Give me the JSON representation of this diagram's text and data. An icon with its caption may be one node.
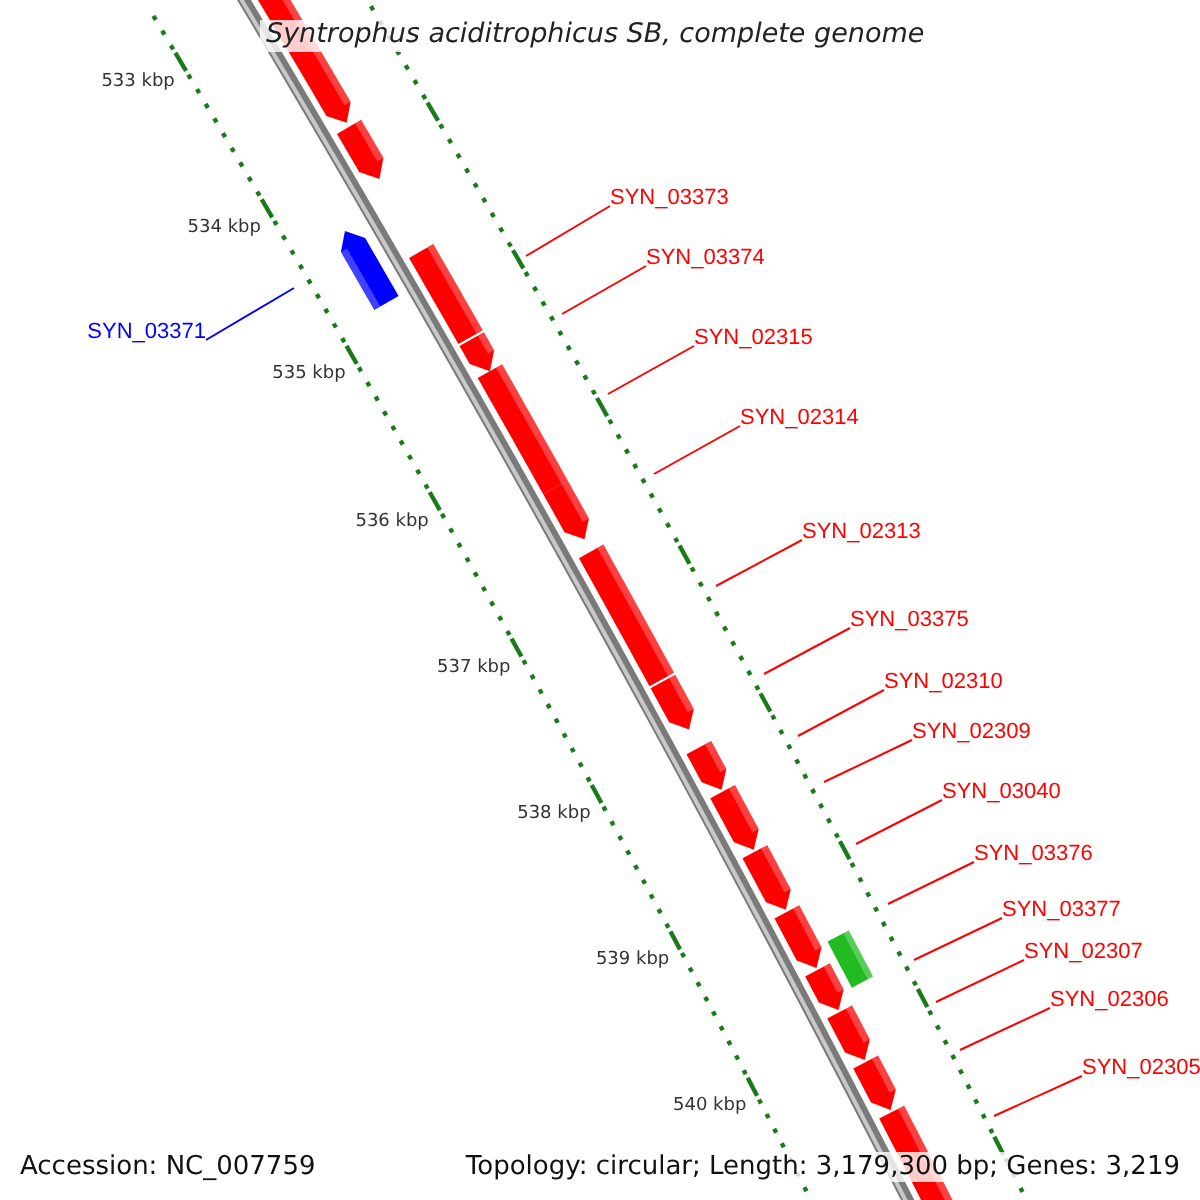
{
  "diagram": {
    "title": "Syntrophus aciditrophicus SB, complete genome",
    "nodes": [
      {
        "text": [
          "SYN_03373"
        ]
      },
      {
        "text": [
          "SYN_03374"
        ]
      },
      {
        "text": [
          "SYN_03371"
        ]
      },
      {
        "text": [
          "SYN_02315"
        ]
      },
      {
        "text": [
          "SYN_02314"
        ]
      },
      {
        "text": [
          "SYN_02313"
        ]
      },
      {
        "text": [
          "SYN_03375"
        ]
      },
      {
        "text": [
          "SYN_02310"
        ]
      },
      {
        "text": [
          "SYN_02309"
        ]
      },
      {
        "text": [
          "SYN_03040"
        ]
      },
      {
        "text": [
          "SYN_03376"
        ]
      },
      {
        "text": [
          "SYN_03377"
        ]
      },
      {
        "text": [
          "SYN_02307"
        ]
      },
      {
        "text": [
          "SYN_02306"
        ]
      },
      {
        "text": [
          "SYN_02305"
        ]
      }
    ],
    "edges": [
      {
        "from": 0,
        "to": null,
        "arrow": "none"
      },
      {
        "from": 1,
        "to": null,
        "arrow": "none"
      },
      {
        "from": 2,
        "to": null,
        "arrow": "none",
        "color": "#0000ff"
      },
      {
        "from": 3,
        "to": null,
        "arrow": "none"
      },
      {
        "from": 4,
        "to": null,
        "arrow": "none"
      },
      {
        "from": 5,
        "to": null,
        "arrow": "none"
      },
      {
        "from": 6,
        "to": null,
        "arrow": "none"
      },
      {
        "from": 7,
        "to": null,
        "arrow": "none"
      },
      {
        "from": 8,
        "to": null,
        "arrow": "none"
      },
      {
        "from": 9,
        "to": null,
        "arrow": "none"
      },
      {
        "from": 10,
        "to": null,
        "arrow": "none"
      },
      {
        "from": 11,
        "to": null,
        "arrow": "none"
      },
      {
        "from": 12,
        "to": null,
        "arrow": "none"
      },
      {
        "from": 13,
        "to": null,
        "arrow": "none"
      },
      {
        "from": 14,
        "to": null,
        "arrow": "none"
      }
    ],
    "labels": [
      "533 kbp",
      "534 kbp",
      "535 kbp",
      "536 kbp",
      "537 kbp",
      "538 kbp",
      "539 kbp",
      "540 kbp",
      "Accession: NC_007759",
      "Topology: circular; Length: 3,179,300 bp; Genes: 3,219"
    ]
  }
}
